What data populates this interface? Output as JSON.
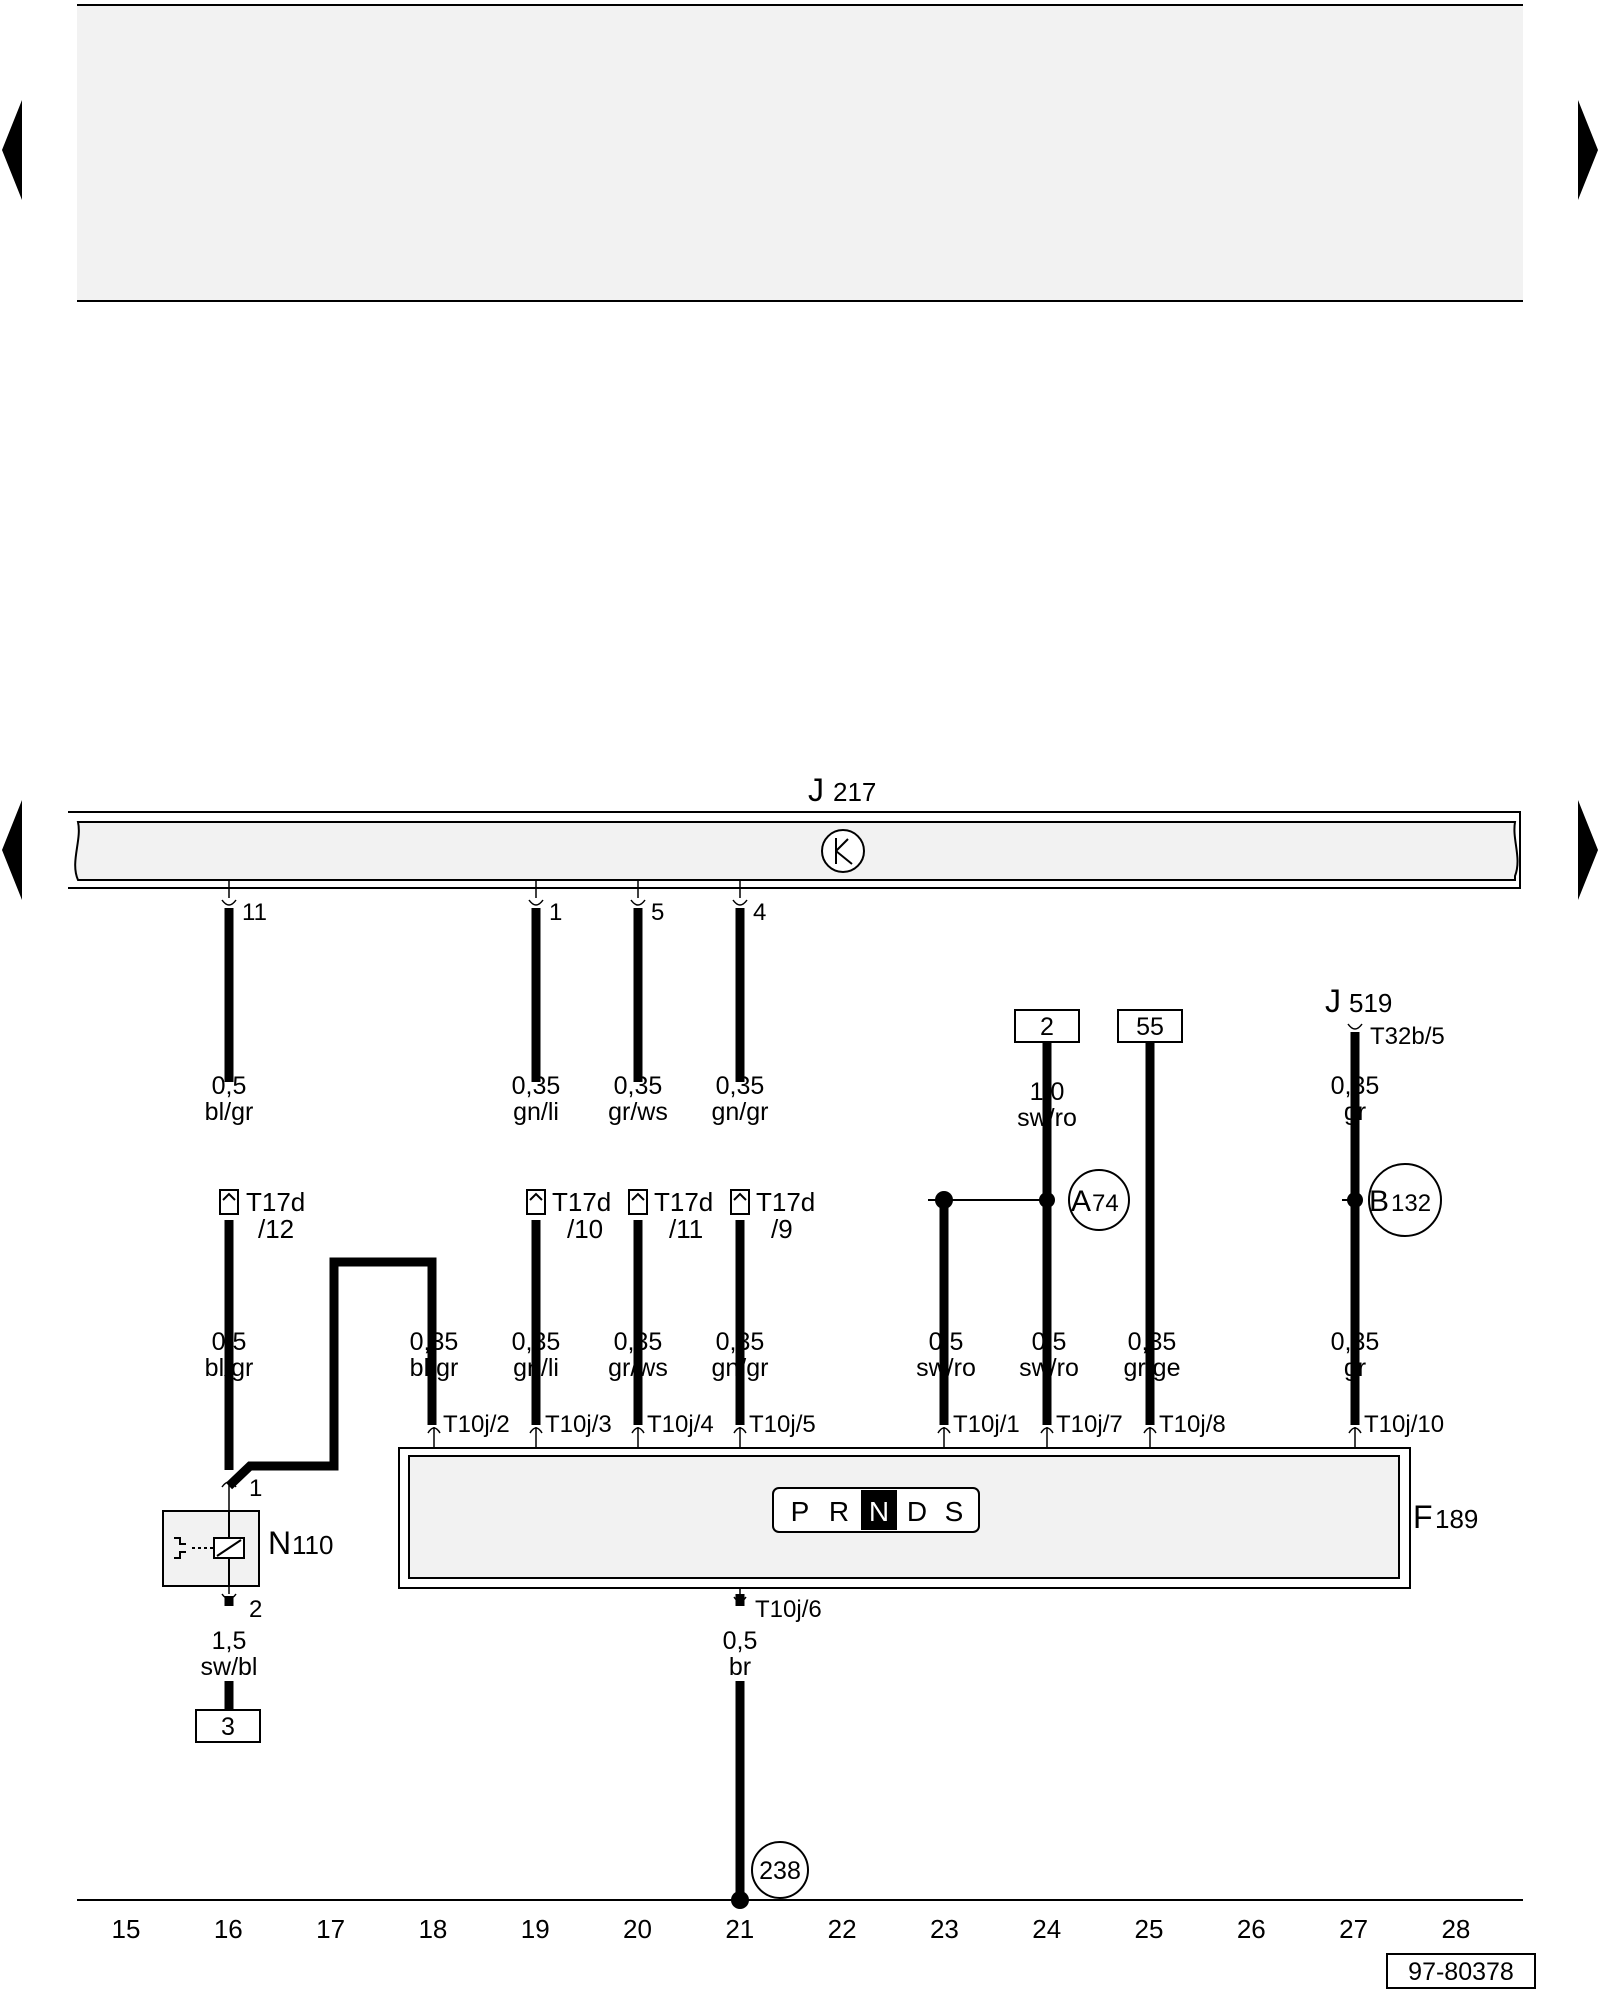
{
  "header": {
    "panel_color": "#f2f2f2"
  },
  "control_units": {
    "j217": {
      "letter": "J",
      "number": "217"
    },
    "j519": {
      "letter": "J",
      "number": "519",
      "pin": "T32b/5"
    }
  },
  "components": {
    "f189": {
      "letter": "F",
      "number": "189",
      "positions": [
        "P",
        "R",
        "N",
        "D",
        "S"
      ],
      "active": "N"
    },
    "n110": {
      "letter": "N",
      "number": "110",
      "pin_top": "1",
      "pin_bottom": "2"
    }
  },
  "j217_pins": [
    "11",
    "1",
    "5",
    "4"
  ],
  "wires_upper": [
    {
      "size": "0,5",
      "color": "bl/gr"
    },
    {
      "size": "0,35",
      "color": "gn/li"
    },
    {
      "size": "0,35",
      "color": "gr/ws"
    },
    {
      "size": "0,35",
      "color": "gn/gr"
    },
    {
      "size": "1,0",
      "color": "sw/ro"
    },
    {
      "size": "0,35",
      "color": "gr"
    }
  ],
  "connectors_t17d": [
    {
      "name": "T17d",
      "pin": "/12"
    },
    {
      "name": "T17d",
      "pin": "/10"
    },
    {
      "name": "T17d",
      "pin": "/11"
    },
    {
      "name": "T17d",
      "pin": "/9"
    }
  ],
  "wires_lower": [
    {
      "size": "0,5",
      "color": "bl/gr"
    },
    {
      "size": "0,35",
      "color": "bl/gr"
    },
    {
      "size": "0,35",
      "color": "gn/li"
    },
    {
      "size": "0,35",
      "color": "gr/ws"
    },
    {
      "size": "0,35",
      "color": "gn/gr"
    },
    {
      "size": "0,5",
      "color": "sw/ro"
    },
    {
      "size": "0,5",
      "color": "sw/ro"
    },
    {
      "size": "0,35",
      "color": "gr/ge"
    },
    {
      "size": "0,35",
      "color": "gr"
    }
  ],
  "t10j_pins": [
    "T10j/2",
    "T10j/3",
    "T10j/4",
    "T10j/5",
    "T10j/1",
    "T10j/7",
    "T10j/8",
    "T10j/10"
  ],
  "t10j_bottom": {
    "pin": "T10j/6",
    "size": "0,5",
    "color": "br"
  },
  "n110_feed": {
    "size": "1,5",
    "color": "sw/bl",
    "ref": "3"
  },
  "box_refs": [
    "2",
    "55"
  ],
  "junctions": {
    "a74": {
      "letter": "A",
      "number": "74"
    },
    "b132": {
      "letter": "B",
      "number": "132"
    },
    "ground": "238"
  },
  "tracks": [
    "15",
    "16",
    "17",
    "18",
    "19",
    "20",
    "21",
    "22",
    "23",
    "24",
    "25",
    "26",
    "27",
    "28"
  ],
  "diagram_id": "97-80378"
}
